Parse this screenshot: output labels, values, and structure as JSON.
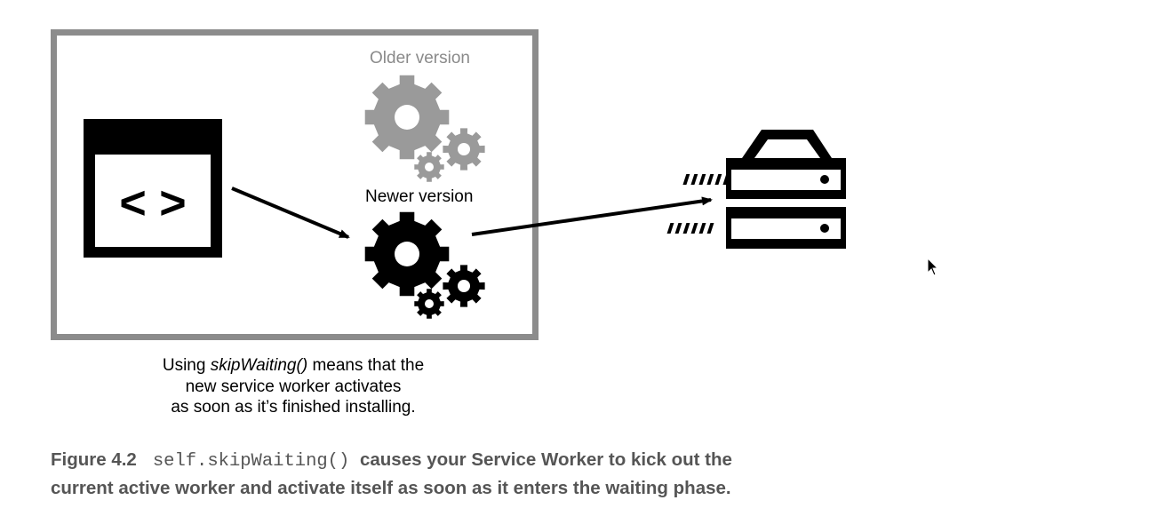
{
  "labels": {
    "older_version": "Older version",
    "newer_version": "Newer version"
  },
  "note": {
    "line1_prefix": "Using ",
    "line1_code": "skipWaiting()",
    "line1_suffix": " means that the",
    "line2": "new service worker activates",
    "line3": "as soon as it’s finished installing."
  },
  "figure_caption": {
    "number": "Figure 4.2",
    "code": "self.skipWaiting()",
    "text_line1": "causes your Service Worker to kick out the",
    "text_line2": "current active worker and activate itself as soon as it enters the waiting phase."
  },
  "icons": {
    "browser": "browser-code-window-icon",
    "code_symbol": "< >",
    "older_gears": "gears-icon",
    "newer_gears": "gears-icon",
    "server": "server-icon"
  },
  "colors": {
    "frame": "#8c8c8c",
    "older_gears": "#9a9a9a",
    "newer_gears": "#000000",
    "caption": "#555555"
  }
}
